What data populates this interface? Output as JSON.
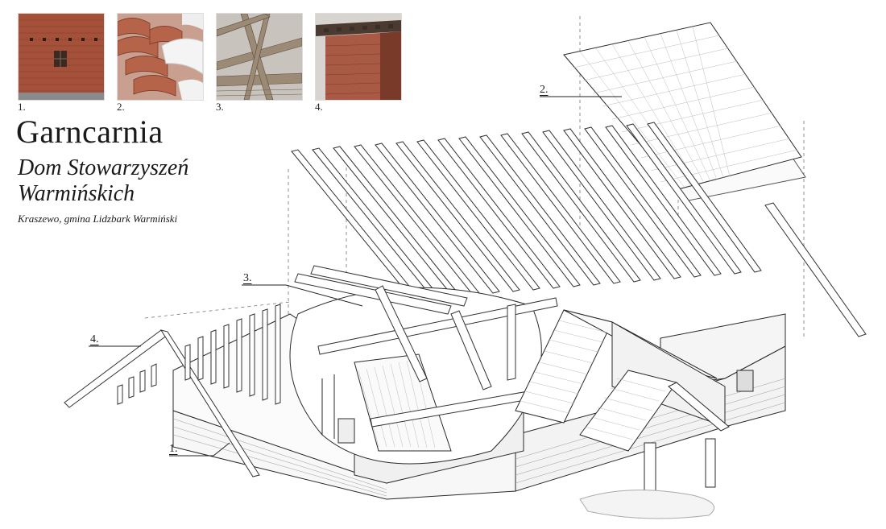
{
  "photos": [
    {
      "number": "1.",
      "icon": "brick-wall-window-photo"
    },
    {
      "number": "2.",
      "icon": "roof-tiles-snow-photo"
    },
    {
      "number": "3.",
      "icon": "timber-roof-truss-photo"
    },
    {
      "number": "4.",
      "icon": "brick-gable-eaves-photo"
    }
  ],
  "title": "Garncarnia",
  "subtitle_line1": "Dom Stowarzyszeń",
  "subtitle_line2": "Warmińskich",
  "location": "Kraszewo, gmina Lidzbark Warmiński",
  "callouts": {
    "c1": "1.",
    "c2": "2.",
    "c3": "3.",
    "c4": "4."
  },
  "colors": {
    "line": "#2a2a2a",
    "brick": "#a5513a",
    "tile": "#b5644a",
    "wood": "#9a8a76"
  }
}
